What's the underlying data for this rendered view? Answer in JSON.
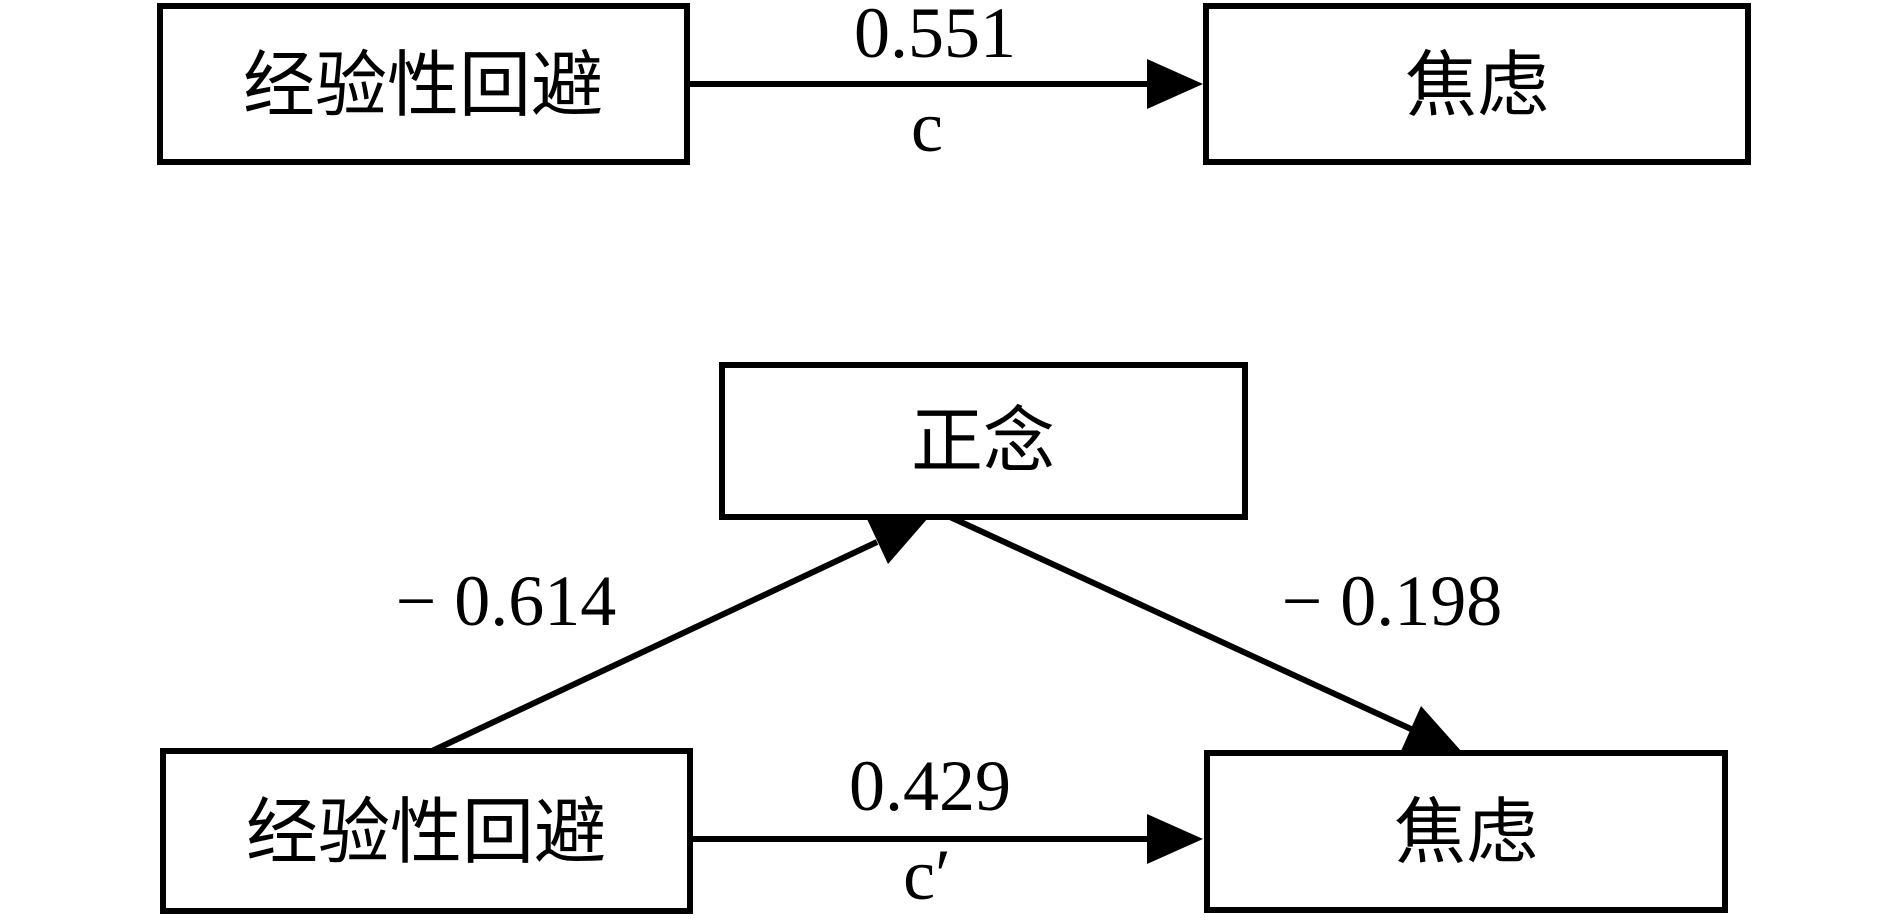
{
  "figure": {
    "type": "mediation-path-diagram",
    "background_color": "#ffffff",
    "line_color": "#000000",
    "total_effect_model": {
      "predictor": "经验性回避",
      "outcome": "焦虑",
      "path_c": {
        "coefficient": "0.551",
        "name": "c"
      }
    },
    "mediation_model": {
      "predictor": "经验性回避",
      "mediator": "正念",
      "outcome": "焦虑",
      "path_a": {
        "coefficient": "− 0.614"
      },
      "path_b": {
        "coefficient": "− 0.198"
      },
      "path_c_prime": {
        "coefficient": "0.429",
        "name": "c′"
      }
    }
  }
}
